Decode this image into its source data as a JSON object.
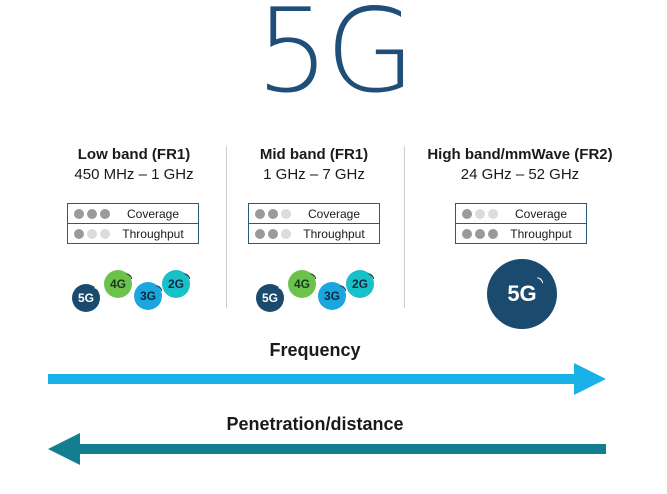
{
  "title": "5G",
  "bands": [
    {
      "name": "Low band (FR1)",
      "range": "450 MHz – 1 GHz",
      "coverage_label": "Coverage",
      "throughput_label": "Throughput",
      "coverage_level": 3,
      "throughput_level": 1,
      "technologies": [
        "5G",
        "4G",
        "3G",
        "2G"
      ]
    },
    {
      "name": "Mid band (FR1)",
      "range": "1 GHz – 7 GHz",
      "coverage_label": "Coverage",
      "throughput_label": "Throughput",
      "coverage_level": 2,
      "throughput_level": 2,
      "technologies": [
        "5G",
        "4G",
        "3G",
        "2G"
      ]
    },
    {
      "name": "High band/mmWave (FR2)",
      "range": "24 GHz – 52 GHz",
      "coverage_label": "Coverage",
      "throughput_label": "Throughput",
      "coverage_level": 1,
      "throughput_level": 3,
      "technologies": [
        "5G"
      ]
    }
  ],
  "frequency_label": "Frequency",
  "penetration_label": "Penetration/distance",
  "colors": {
    "title": "#1f4e79",
    "frequency_arrow": "#1ab0e8",
    "penetration_arrow": "#137e90",
    "g5": "#1a4a6e",
    "g4": "#6cc24a",
    "g3": "#1ca6de",
    "g2": "#19c0c8"
  }
}
